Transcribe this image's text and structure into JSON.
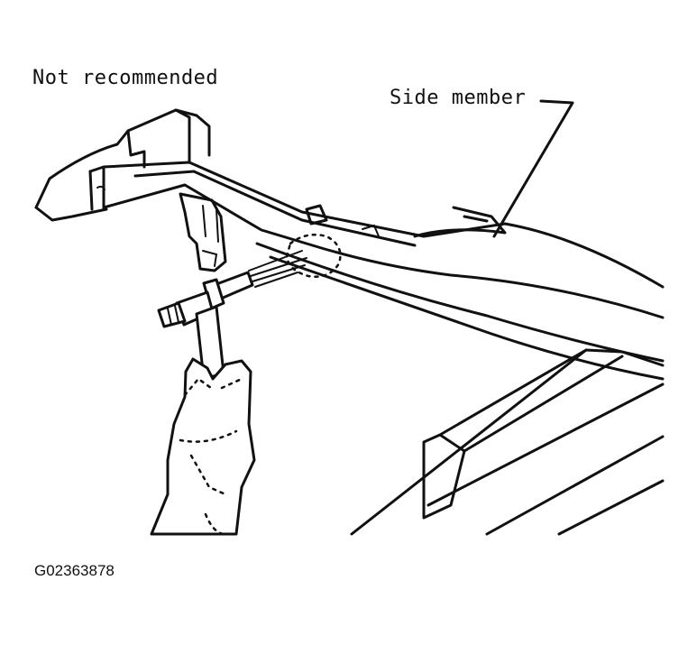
{
  "labels": {
    "not_recommended": "Not recommended",
    "side_member": "Side member",
    "figure_id": "G02363878"
  },
  "colors": {
    "ink": "#111111",
    "background": "#ffffff"
  }
}
